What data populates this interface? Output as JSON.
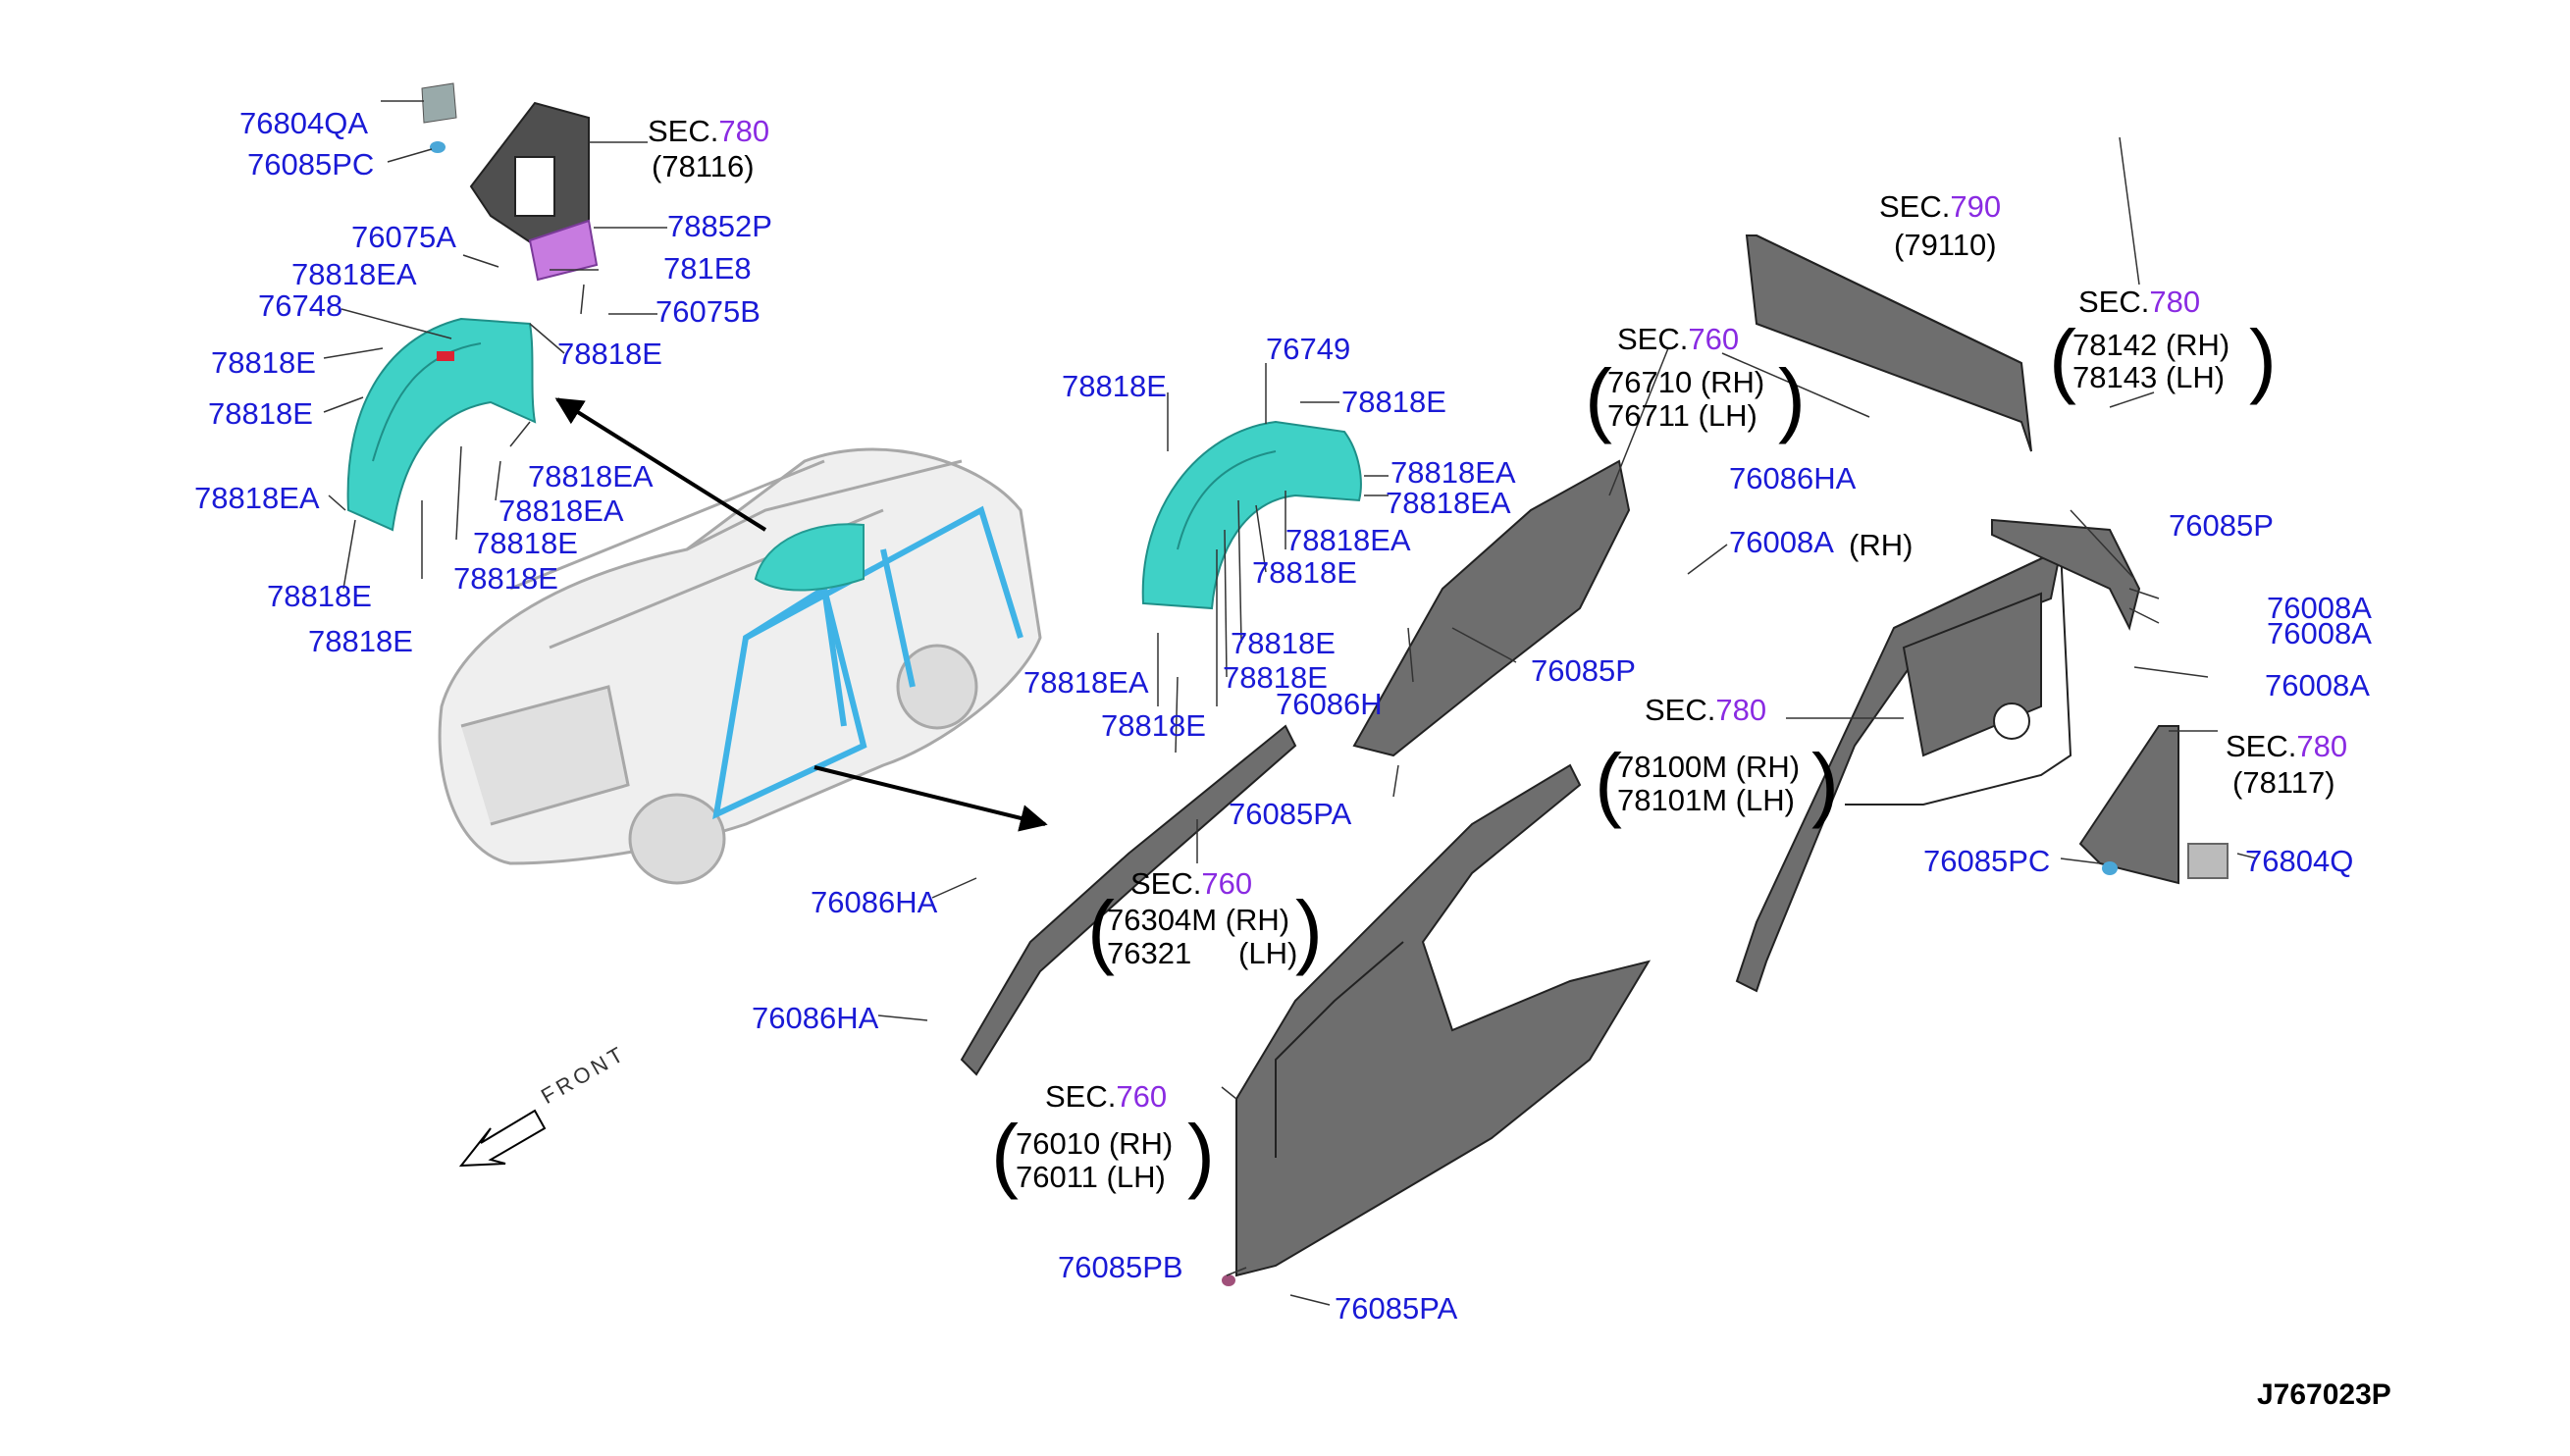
{
  "sections": [
    {
      "id": "s780a",
      "prefix": "SEC.",
      "num": "780",
      "refs": [
        "(78116)"
      ]
    },
    {
      "id": "s790",
      "prefix": "SEC.",
      "num": "790",
      "refs": [
        "(79110)"
      ]
    },
    {
      "id": "s780b",
      "prefix": "SEC.",
      "num": "780",
      "refs": [
        "78142 (RH)",
        "78143 (LH)"
      ]
    },
    {
      "id": "s760a",
      "prefix": "SEC.",
      "num": "760",
      "refs": [
        "76710 (RH)",
        "76711 (LH)"
      ]
    },
    {
      "id": "s780c",
      "prefix": "SEC.",
      "num": "780",
      "refs": [
        "78100M (RH)",
        "78101M (LH)"
      ]
    },
    {
      "id": "s780d",
      "prefix": "SEC.",
      "num": "780",
      "refs": [
        "(78117)"
      ]
    },
    {
      "id": "s760b",
      "prefix": "SEC.",
      "num": "760",
      "refs": [
        "76304M (RH)",
        "76321",
        "(LH)"
      ]
    },
    {
      "id": "s760c",
      "prefix": "SEC.",
      "num": "760",
      "refs": [
        "76010 (RH)",
        "76011 (LH)"
      ]
    }
  ],
  "parts": [
    "76804QA",
    "76085PC",
    "76075A",
    "78852P",
    "78818EA",
    "781E8",
    "76748",
    "76075B",
    "78818E",
    "78818E",
    "78818E",
    "78818EA",
    "78818EA",
    "78818EA",
    "78818E",
    "78818E",
    "78818E",
    "78818E",
    "76749",
    "78818E",
    "78818E",
    "78818EA",
    "78818EA",
    "78818EA",
    "78818E",
    "78818E",
    "78818EA",
    "78818E",
    "78818E",
    "76086HA",
    "76008A",
    "(RH)",
    "76085P",
    "76086H",
    "76085PA",
    "76085P",
    "76008A",
    "76008A",
    "76008A",
    "76085PC",
    "76804Q",
    "76086HA",
    "76086HA",
    "76085PB",
    "76085PA"
  ],
  "front_label": "FRONT",
  "diagram_code": "J767023P",
  "colors": {
    "part_label": "#1a1ad6",
    "section_number": "#8a2be2",
    "wheelhouse_liner": "#3fd1c6",
    "protector": "#c77be0",
    "panel": "#6e6e6e",
    "vehicle_outline": "#9a9a9a",
    "highlight_body": "#3fb3e6"
  }
}
